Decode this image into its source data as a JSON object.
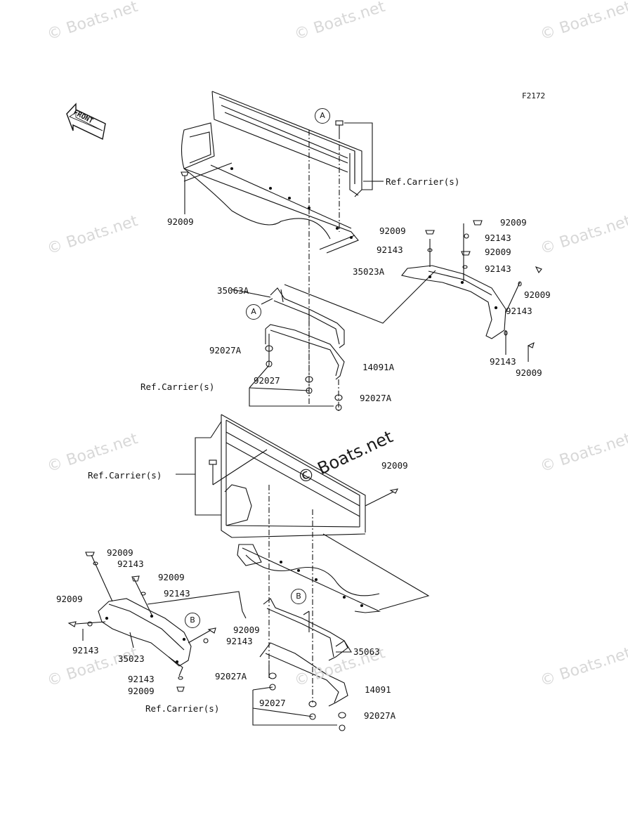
{
  "diagram": {
    "figure_code": "F2172",
    "front_label": "FRONT",
    "watermark": "© Boats.net",
    "center_watermark": "© Boats.net",
    "ref_markers": {
      "a": "A",
      "b": "B"
    },
    "labels": {
      "ref_carrier_top": "Ref.Carrier(s)",
      "p92009_top_left": "92009",
      "p92009_right_1": "92009",
      "p92143_right_1": "92143",
      "p92009_right_2": "92009",
      "p92143_right_2": "92143",
      "p92009_left_1": "92009",
      "p92143_left_1": "92143",
      "p35023A": "35023A",
      "p92009_right_3": "92009",
      "p92143_right_3": "92143",
      "p92143_right_4": "92143",
      "p92009_right_4": "92009",
      "p35063A": "35063A",
      "p92027A_top": "92027A",
      "p14091A": "14091A",
      "ref_carrier_mid": "Ref.Carrier(s)",
      "p92027_top": "92027",
      "p92027A_top2": "92027A",
      "p92009_mid": "92009",
      "ref_carrier_mid2": "Ref.Carrier(s)",
      "p92009_b1": "92009",
      "p92143_b1": "92143",
      "p92009_b2": "92009",
      "p92143_b2": "92143",
      "p92009_b3": "92009",
      "p92143_b3": "92143",
      "p35023": "35023",
      "p92009_b4": "92009",
      "p92143_b4": "92143",
      "p92143_b5": "92143",
      "p92009_b5": "92009",
      "p35063": "35063",
      "p92027A_b1": "92027A",
      "p14091": "14091",
      "p92027_b": "92027",
      "ref_carrier_bottom": "Ref.Carrier(s)",
      "p92027A_b2": "92027A"
    }
  }
}
